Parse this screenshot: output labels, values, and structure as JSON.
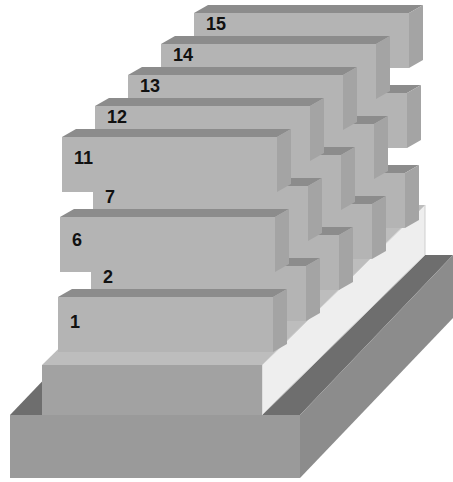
{
  "diagram": {
    "labels": [
      "15",
      "14",
      "13",
      "12",
      "11",
      "7",
      "6",
      "2",
      "1"
    ]
  }
}
